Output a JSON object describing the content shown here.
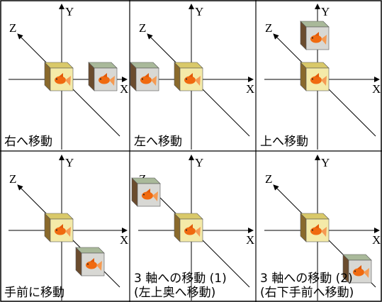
{
  "axes": {
    "x": "X",
    "y": "Y",
    "z": "Z"
  },
  "colors": {
    "border": "#000000",
    "cube_front": "#f4eaa8",
    "cube_top": "#d9c96a",
    "cube_side": "#8a6a2c",
    "moved_front": "#d8d8d4",
    "moved_top": "#a9b99a",
    "moved_side": "#6b4c2e",
    "fish": "#f06a10"
  },
  "panels": [
    {
      "id": "right",
      "caption_lines": [
        "右へ移動"
      ],
      "moved_cube": "right"
    },
    {
      "id": "left",
      "caption_lines": [
        "左へ移動"
      ],
      "moved_cube": "left"
    },
    {
      "id": "up",
      "caption_lines": [
        "上へ移動"
      ],
      "moved_cube": "up"
    },
    {
      "id": "front",
      "caption_lines": [
        "手前に移動"
      ],
      "moved_cube": "front"
    },
    {
      "id": "diag1",
      "caption_lines": [
        "3 軸への移動 (1)",
        "(左上奥へ移動)"
      ],
      "moved_cube": "upper-left-back"
    },
    {
      "id": "diag2",
      "caption_lines": [
        "3 軸への移動 (2)",
        "(右下手前へ移動)"
      ],
      "moved_cube": "lower-right-front"
    }
  ]
}
